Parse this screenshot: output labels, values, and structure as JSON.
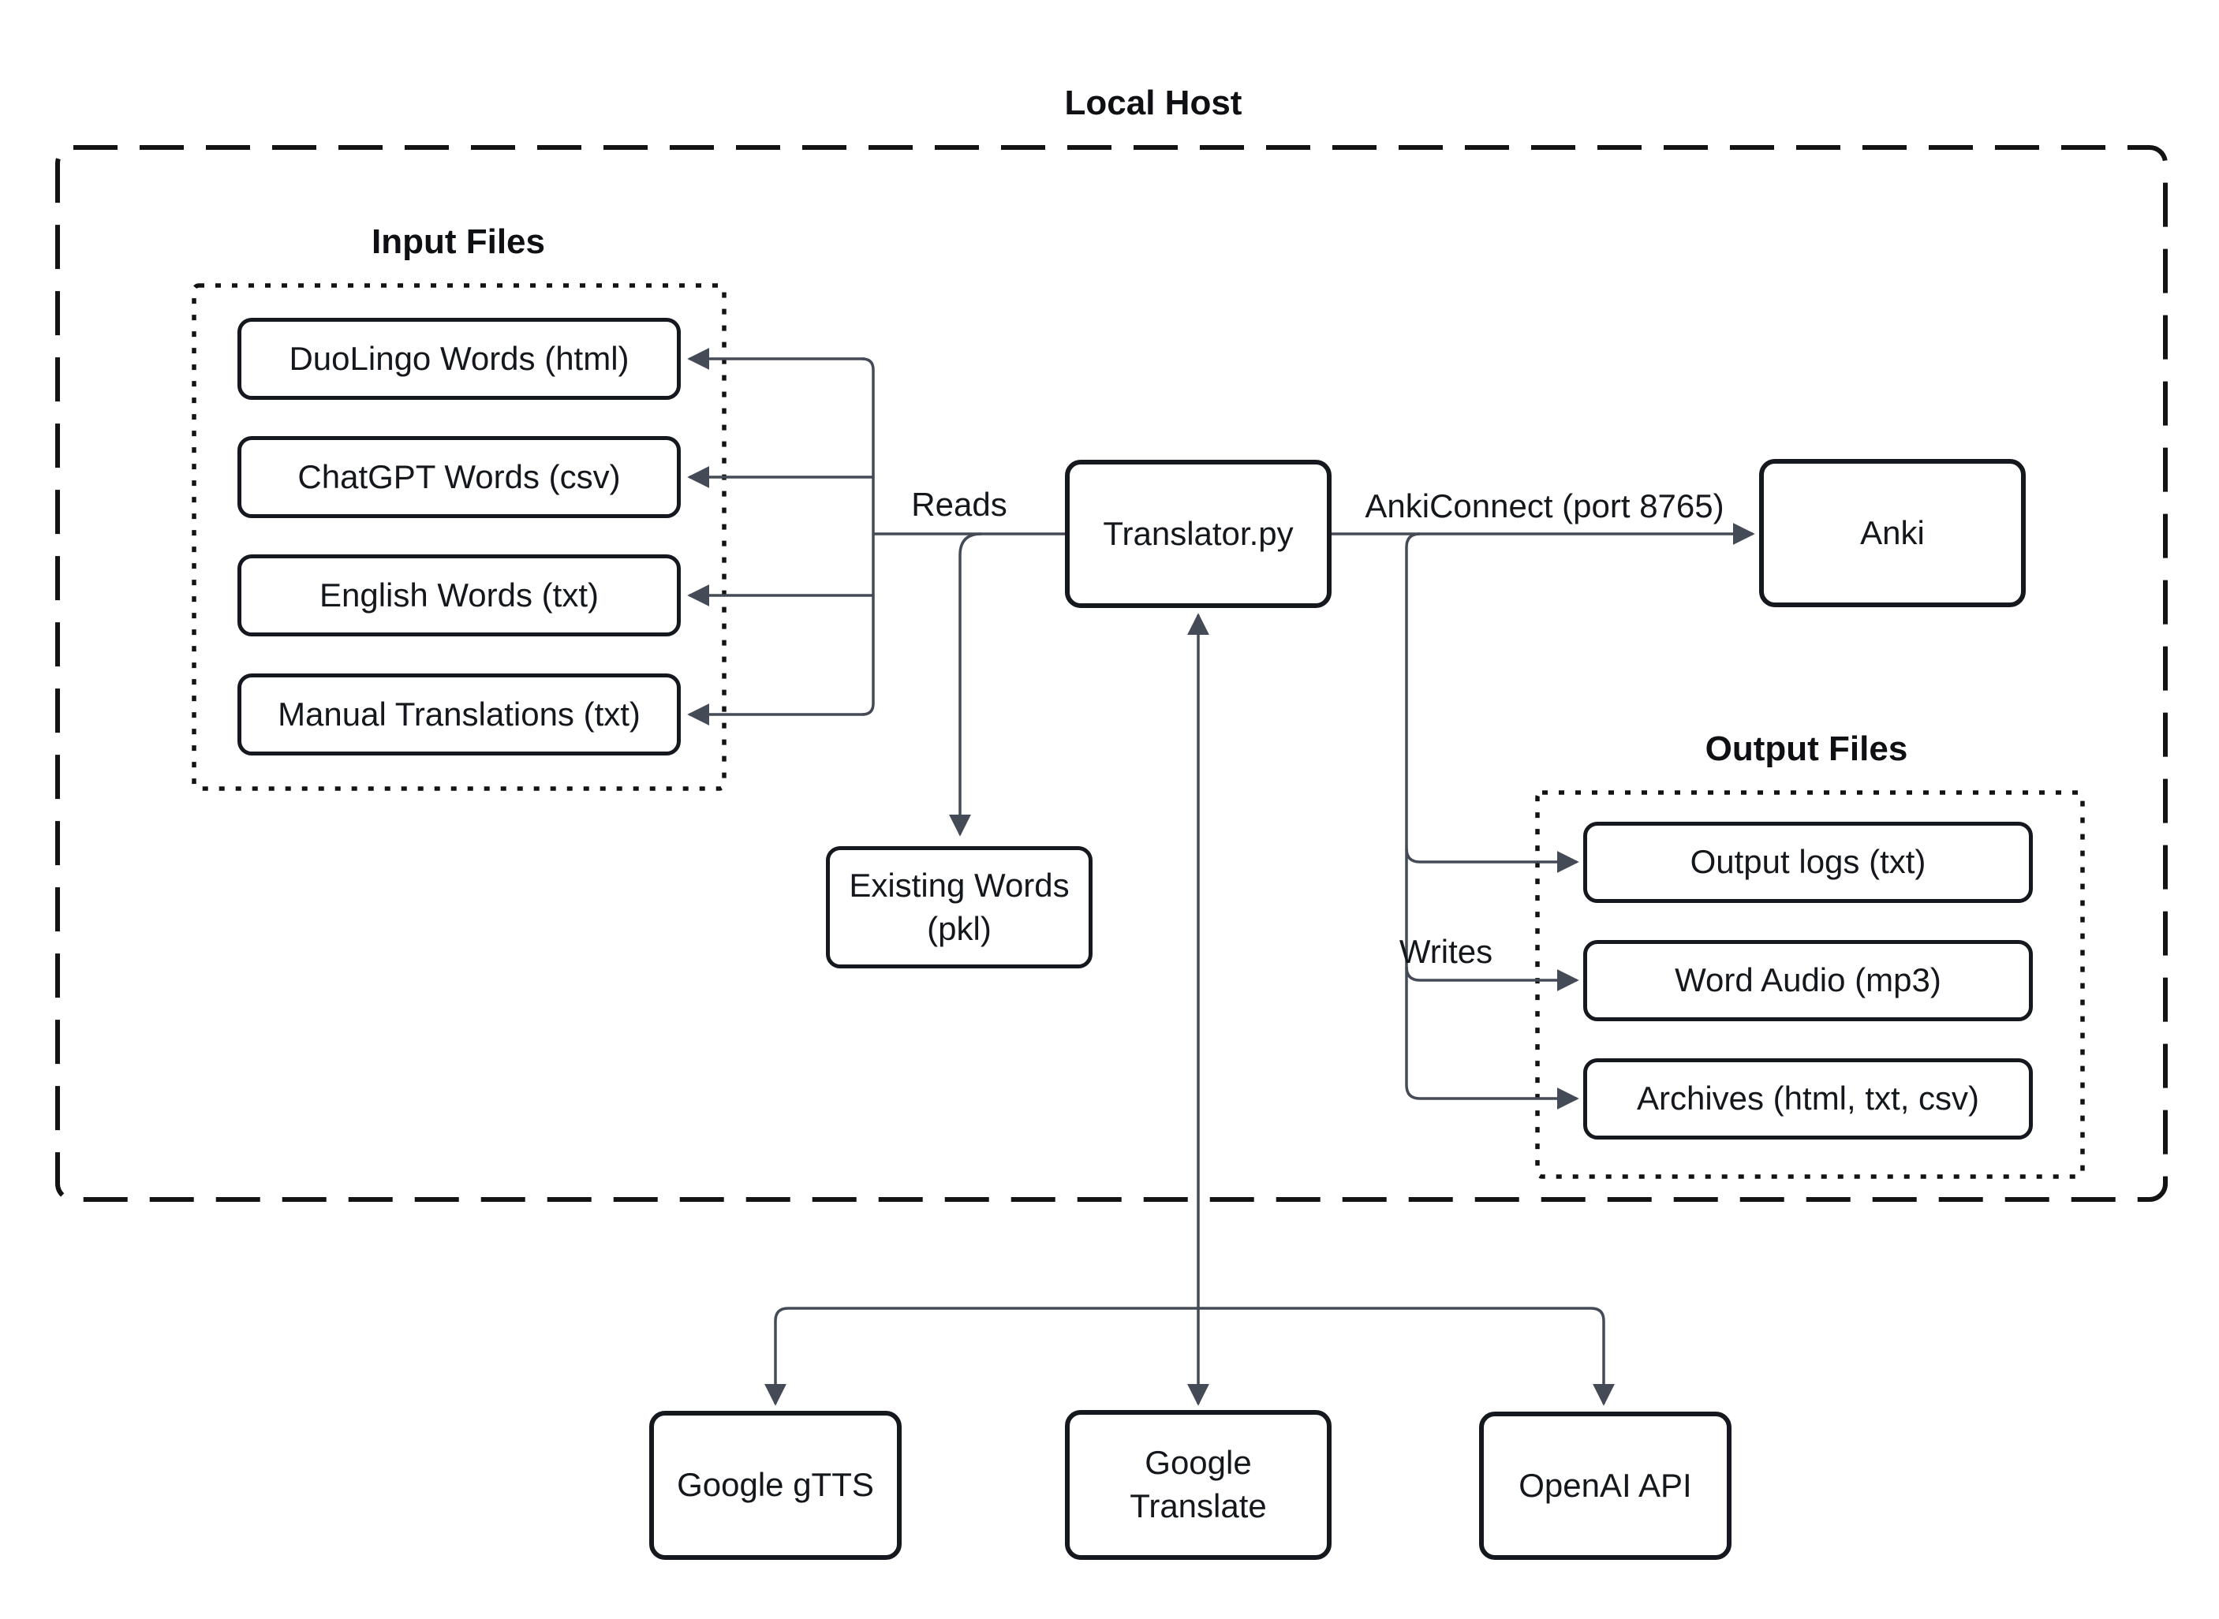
{
  "diagram": {
    "host_label": "Local Host",
    "input_group": {
      "title": "Input Files",
      "items": [
        "DuoLingo Words (html)",
        "ChatGPT Words (csv)",
        "English Words (txt)",
        "Manual Translations (txt)"
      ]
    },
    "output_group": {
      "title": "Output Files",
      "items": [
        "Output logs (txt)",
        "Word Audio (mp3)",
        "Archives (html, txt, csv)"
      ]
    },
    "nodes": {
      "translator": {
        "label": "Translator.py"
      },
      "anki": {
        "label": "Anki"
      },
      "existing_words": {
        "line1": "Existing Words",
        "line2": "(pkl)"
      },
      "google_gtts": {
        "label": "Google gTTS"
      },
      "google_translate": {
        "line1": "Google",
        "line2": "Translate"
      },
      "openai_api": {
        "label": "OpenAI API"
      }
    },
    "edge_labels": {
      "reads": "Reads",
      "ankiconnect": "AnkiConnect (port 8765)",
      "writes": "Writes"
    },
    "colors": {
      "connector": "#454b56",
      "box_border": "#15181e",
      "dashed_border": "#131313",
      "text": "#14171c",
      "background": "#ffffff"
    }
  }
}
